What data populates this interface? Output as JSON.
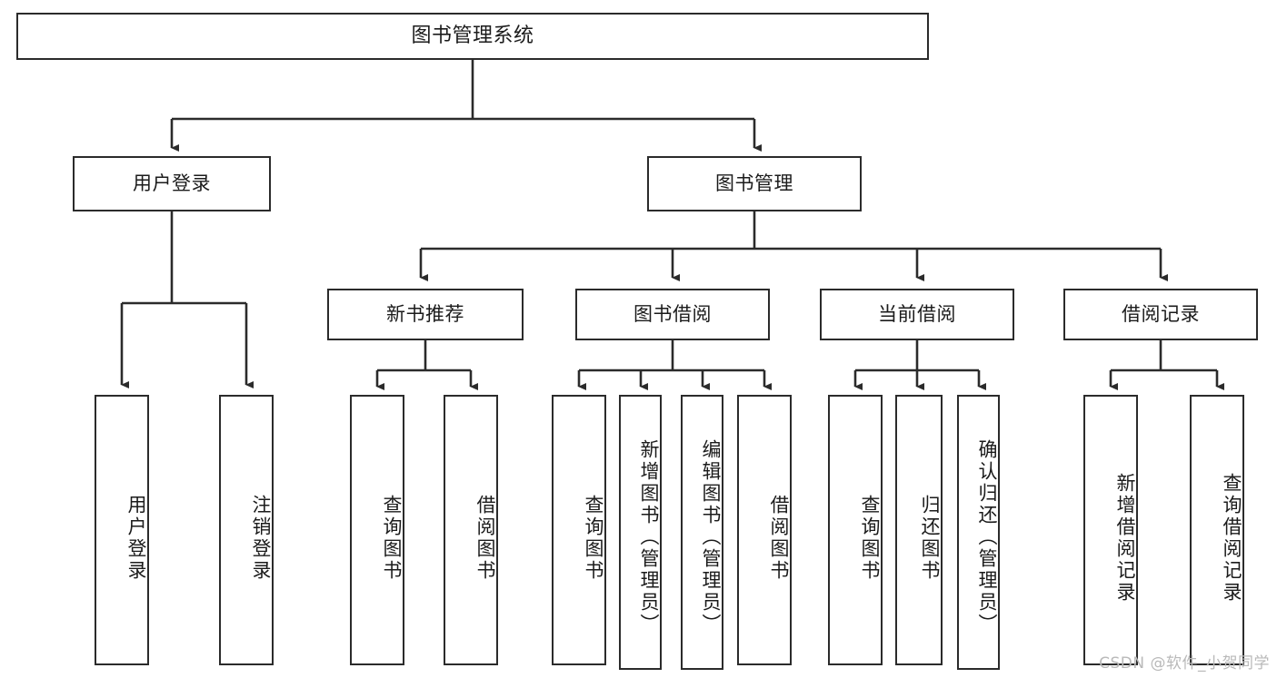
{
  "diagram": {
    "title": "图书管理系统",
    "type": "tree-structure-chart",
    "style": {
      "box_border_color": "#2b2b2b",
      "box_fill_color": "#ffffff",
      "line_color": "#2b2b2b",
      "text_color": "#1b1b1b",
      "background_color": "#ffffff",
      "watermark_color": "#b9b9b9"
    }
  },
  "root": {
    "label": "图书管理系统"
  },
  "level2": [
    {
      "label": "用户登录"
    },
    {
      "label": "图书管理"
    }
  ],
  "level3": [
    {
      "label": "新书推荐"
    },
    {
      "label": "图书借阅"
    },
    {
      "label": "当前借阅"
    },
    {
      "label": "借阅记录"
    }
  ],
  "leaves": {
    "user_login": [
      {
        "label": "用户登录"
      },
      {
        "label": "注销登录"
      }
    ],
    "new_book_recommend": [
      {
        "label": "查询图书"
      },
      {
        "label": "借阅图书"
      }
    ],
    "book_borrow": [
      {
        "label": "查询图书"
      },
      {
        "label": "新增图书（管理员）"
      },
      {
        "label": "编辑图书（管理员）"
      },
      {
        "label": "借阅图书"
      }
    ],
    "current_borrow": [
      {
        "label": "查询图书"
      },
      {
        "label": "归还图书"
      },
      {
        "label": "确认归还（管理员）"
      }
    ],
    "borrow_record": [
      {
        "label": "新增借阅记录"
      },
      {
        "label": "查询借阅记录"
      }
    ]
  },
  "watermark": {
    "text": "CSDN @软件_小贺同学"
  }
}
